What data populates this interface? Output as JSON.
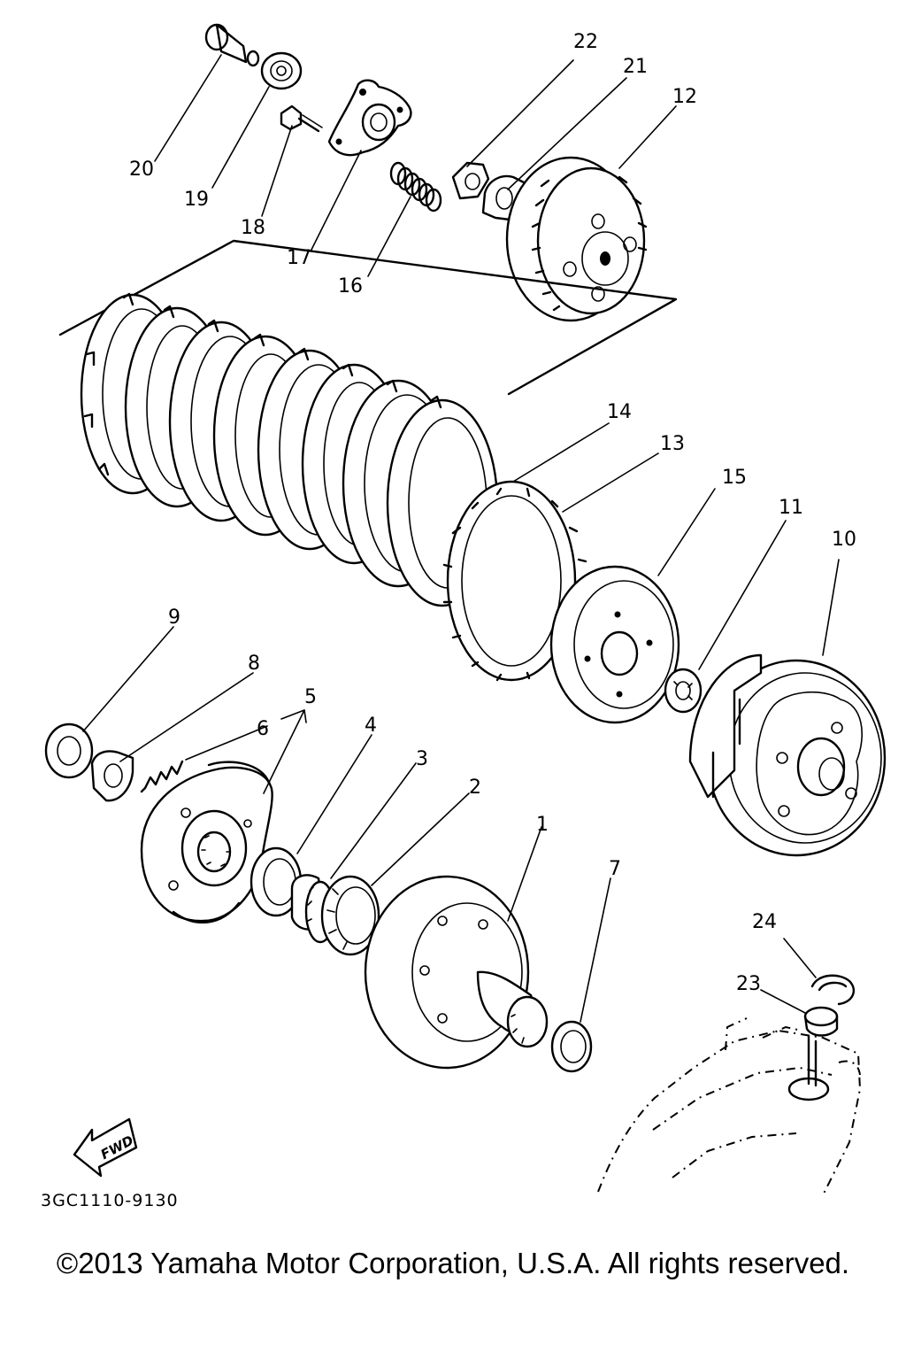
{
  "diagram": {
    "callouts": [
      "1",
      "2",
      "3",
      "4",
      "5",
      "6",
      "7",
      "8",
      "9",
      "10",
      "11",
      "12",
      "13",
      "14",
      "15",
      "16",
      "17",
      "18",
      "19",
      "20",
      "21",
      "22",
      "23",
      "24"
    ],
    "fwd_label": "FWD",
    "drawing_code": "3GC1110-9130"
  },
  "copyright": "©2013 Yamaha Motor Corporation, U.S.A. All rights reserved."
}
